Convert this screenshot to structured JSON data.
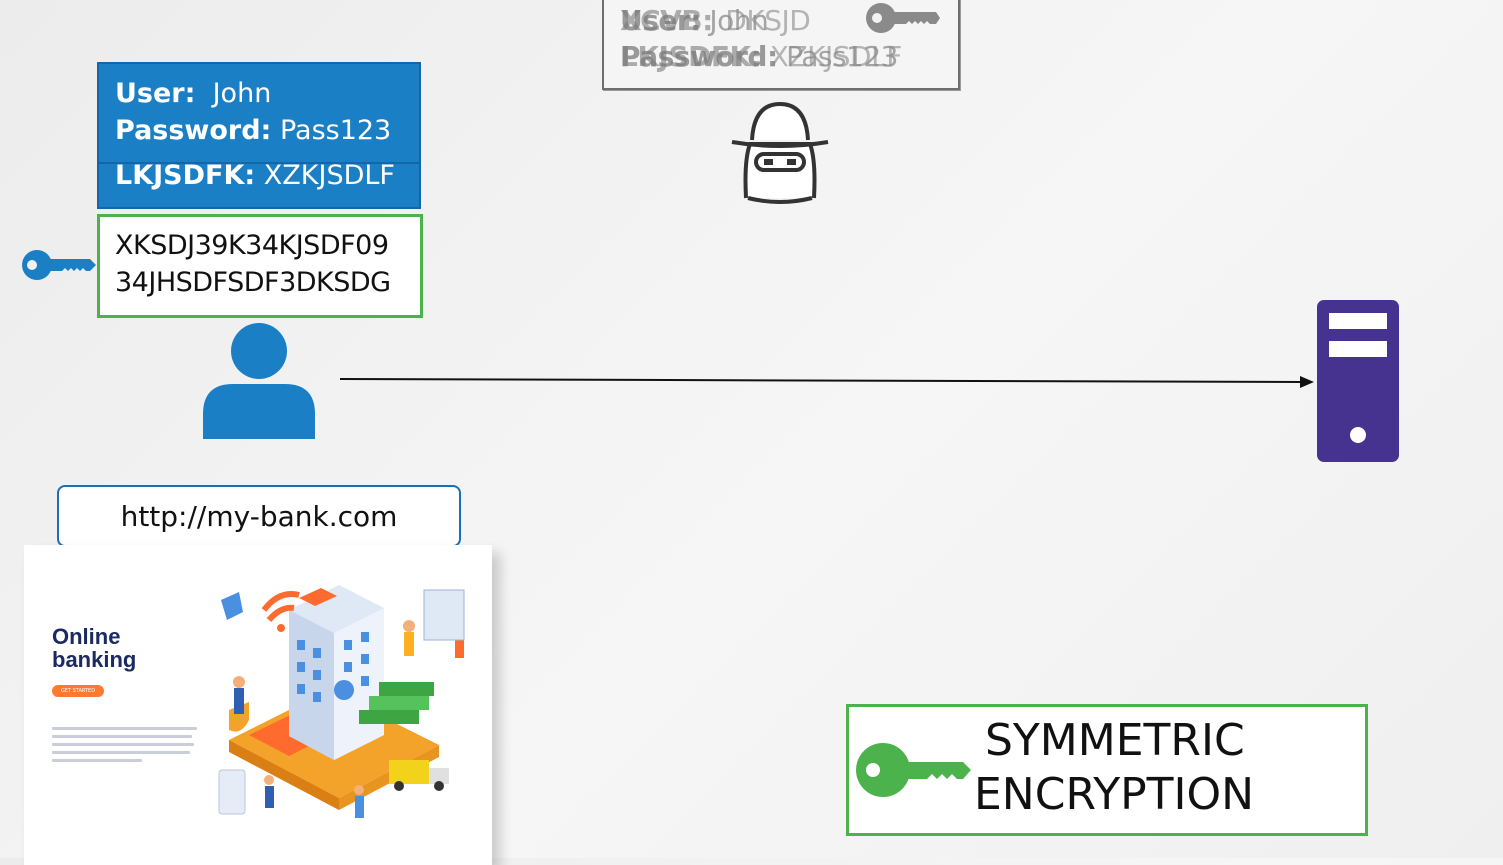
{
  "intercepted": {
    "ghost_a_line1_label": "User:",
    "ghost_a_line1_value": "John",
    "ghost_a_line2_label": "Password:",
    "ghost_a_line2_value": "Pass123",
    "ghost_b_line1_label": "XCVB:",
    "ghost_b_line1_value": "DKSJD",
    "ghost_b_line2_label": "LKJSDFK:",
    "ghost_b_line2_value": "XZKJSDLF"
  },
  "credentials": {
    "user_label": "User:",
    "user_value": "John",
    "password_label": "Password:",
    "password_value": "Pass123",
    "extra_label": "LKJSDFK:",
    "extra_value": "XZKJSDLF"
  },
  "encrypted": {
    "line1": "XKSDJ39K34KJSDF09",
    "line2": "34JHSDFSDF3DKSDG"
  },
  "url": "http://my-bank.com",
  "bank_page": {
    "title": "Online\nbanking",
    "button": "GET STARTED"
  },
  "symmetric": {
    "line1": "SYMMETRIC",
    "line2": "ENCRYPTION"
  },
  "icons": {
    "user": "user-icon",
    "key": "key-icon",
    "hacker": "hacker-icon",
    "server": "server-icon"
  },
  "colors": {
    "blue": "#1b7fc6",
    "green": "#4cb34c",
    "server": "#46338f",
    "gray_key": "#8a8a8a"
  }
}
